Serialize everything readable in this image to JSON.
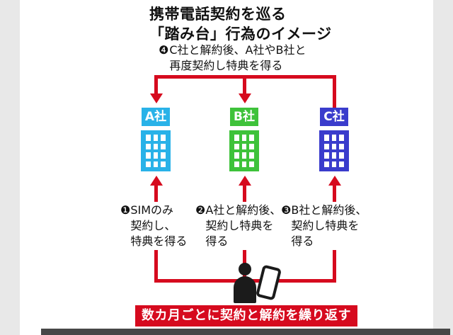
{
  "title": {
    "line1": "携帯電話契約を巡る",
    "line2": "「踏み台」行為のイメージ"
  },
  "step4": {
    "number": "❹",
    "lines": [
      "C社と解約後、A社やB社と",
      "再度契約し特典を得る"
    ]
  },
  "steps": [
    {
      "number": "❶",
      "lines": [
        "SIMのみ",
        "契約し、",
        "特典を得る"
      ]
    },
    {
      "number": "❷",
      "lines": [
        "A社と解約後、",
        "契約し特典を",
        "得る"
      ]
    },
    {
      "number": "❸",
      "lines": [
        "B社と解約後、",
        "契約し特典を",
        "得る"
      ]
    }
  ],
  "companies": [
    {
      "label": "A社",
      "color": "#29b2e8"
    },
    {
      "label": "B社",
      "color": "#3ec23a"
    },
    {
      "label": "C社",
      "color": "#3a3ccc"
    }
  ],
  "banner": {
    "text": "数カ月ごとに契約と解約を繰り返す"
  },
  "icons": {
    "person": "person-silhouette-icon",
    "phone": "smartphone-icon",
    "buildings": "office-building-icon"
  },
  "colors": {
    "accent": "#d60a1e",
    "dark_bar": "#474747",
    "text": "#111111"
  }
}
